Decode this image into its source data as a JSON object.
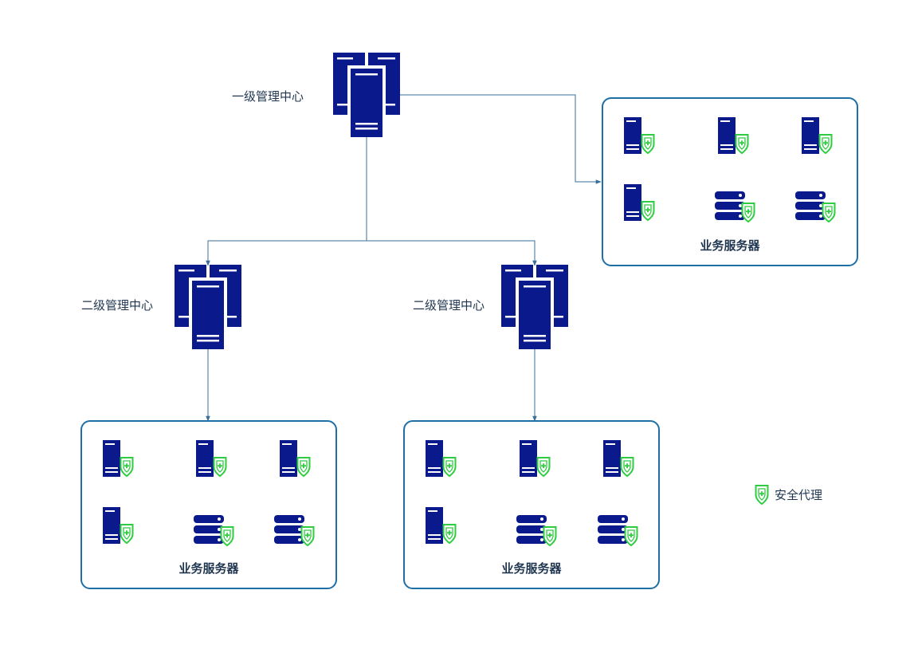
{
  "nodes": {
    "top_center": "一级管理中心",
    "second_left": "二级管理中心",
    "second_right": "二级管理中心"
  },
  "groups": {
    "top_right": "业务服务器",
    "bottom_left": "业务服务器",
    "bottom_right": "业务服务器"
  },
  "legend": {
    "agent_label": "安全代理"
  },
  "colors": {
    "server": "#0a1a8c",
    "shield": "#2ecc40",
    "connector": "#3a6f99",
    "box_border": "#1d6fa6"
  },
  "icons": {
    "management": "server-cluster-icon",
    "tower": "tower-server-icon",
    "rack": "rack-server-icon",
    "agent": "shield-plus-icon"
  }
}
